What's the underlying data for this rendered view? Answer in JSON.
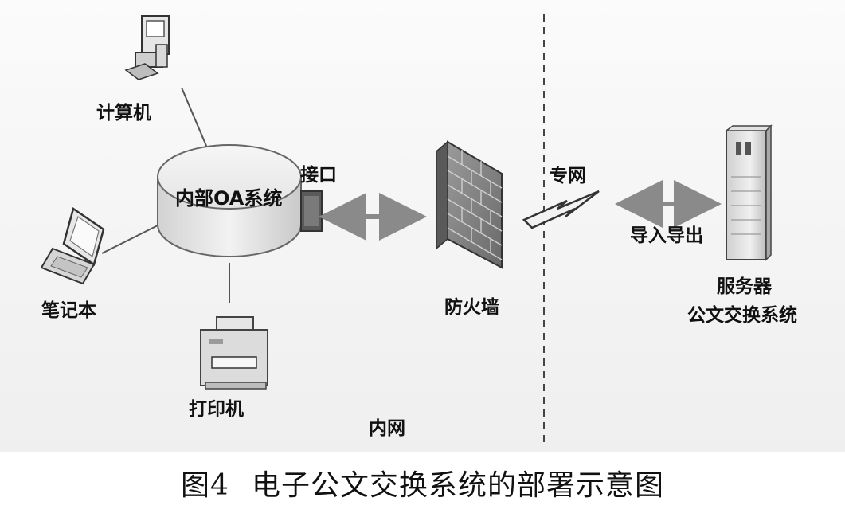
{
  "labels": {
    "computer": "计算机",
    "laptop": "笔记本",
    "printer": "打印机",
    "oa_system": "内部OA系统",
    "interface": "接口",
    "firewall": "防火墙",
    "private_network": "专网",
    "import_export": "导入导出",
    "server_line1": "服务器",
    "server_line2": "公文交换系统",
    "intranet": "内网"
  },
  "caption": {
    "figure_number": "图4",
    "title": "电子公文交换系统的部署示意图"
  },
  "colors": {
    "line": "#555555",
    "arrow": "#8a8a8a",
    "divider": "#444444"
  },
  "icons": [
    "desktop-computer-icon",
    "laptop-icon",
    "printer-icon",
    "oa-database-icon",
    "interface-port-icon",
    "firewall-icon",
    "lightning-link-icon",
    "server-tower-icon"
  ]
}
